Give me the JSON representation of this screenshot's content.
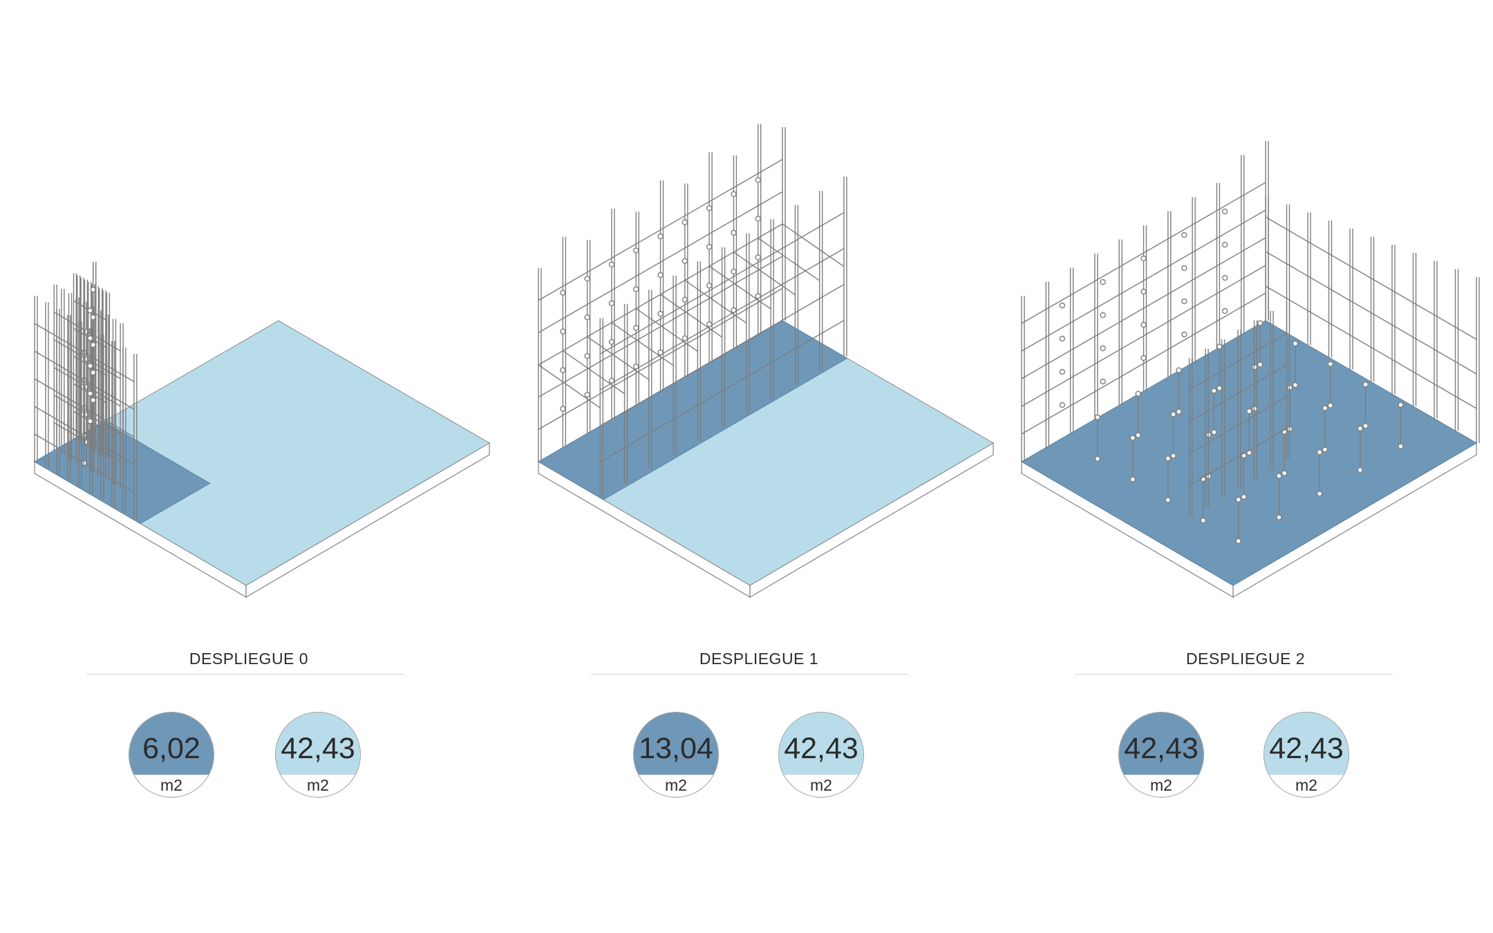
{
  "colors": {
    "occupied": "#6f98b8",
    "total": "#b9dcea",
    "structure": "#7d7d7d",
    "slab_edge": "#8a8a8a"
  },
  "panels": [
    {
      "title": "DESPLIEGUE 0",
      "occupied_value": "6,02",
      "occupied_unit": "m2",
      "total_value": "42,43",
      "total_unit": "m2",
      "occupied_fraction": 0.142
    },
    {
      "title": "DESPLIEGUE 1",
      "occupied_value": "13,04",
      "occupied_unit": "m2",
      "total_value": "42,43",
      "total_unit": "m2",
      "occupied_fraction": 0.307
    },
    {
      "title": "DESPLIEGUE 2",
      "occupied_value": "42,43",
      "occupied_unit": "m2",
      "total_value": "42,43",
      "total_unit": "m2",
      "occupied_fraction": 1.0
    }
  ]
}
